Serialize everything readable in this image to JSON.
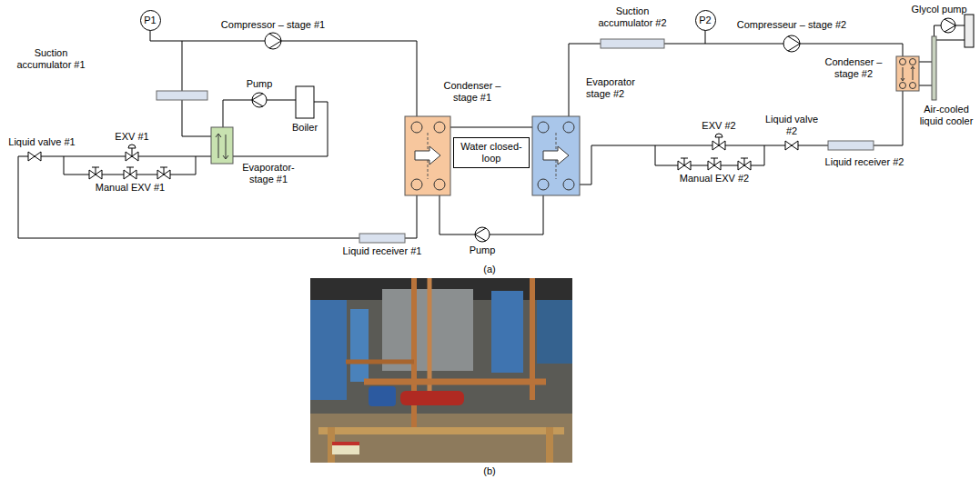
{
  "diagram": {
    "nodes": [
      {
        "text": [
          "P1"
        ]
      },
      {
        "text": [
          "P2"
        ]
      },
      {
        "text": [
          "Water closed-loop"
        ]
      }
    ],
    "labels": [
      "Suction accumulator #2",
      "Glycol pump",
      "Compressor – stage #1",
      "Compresseur – stage #2",
      "Suction accumulator #1",
      "Condenser – stage #2",
      "Evaporator stage #2",
      "Pump",
      "Condenser – stage #1",
      "Air-cooled liquid cooler",
      "Liquid valve #2",
      "EXV #2",
      "Boiler",
      "EXV #1",
      "Liquid valve #1",
      "Liquid receiver #2",
      "Evaporator-stage #1",
      "Manual EXV #2",
      "Manual EXV #1",
      "Liquid receiver #1",
      "Pump",
      "(a)",
      "(b)"
    ]
  }
}
